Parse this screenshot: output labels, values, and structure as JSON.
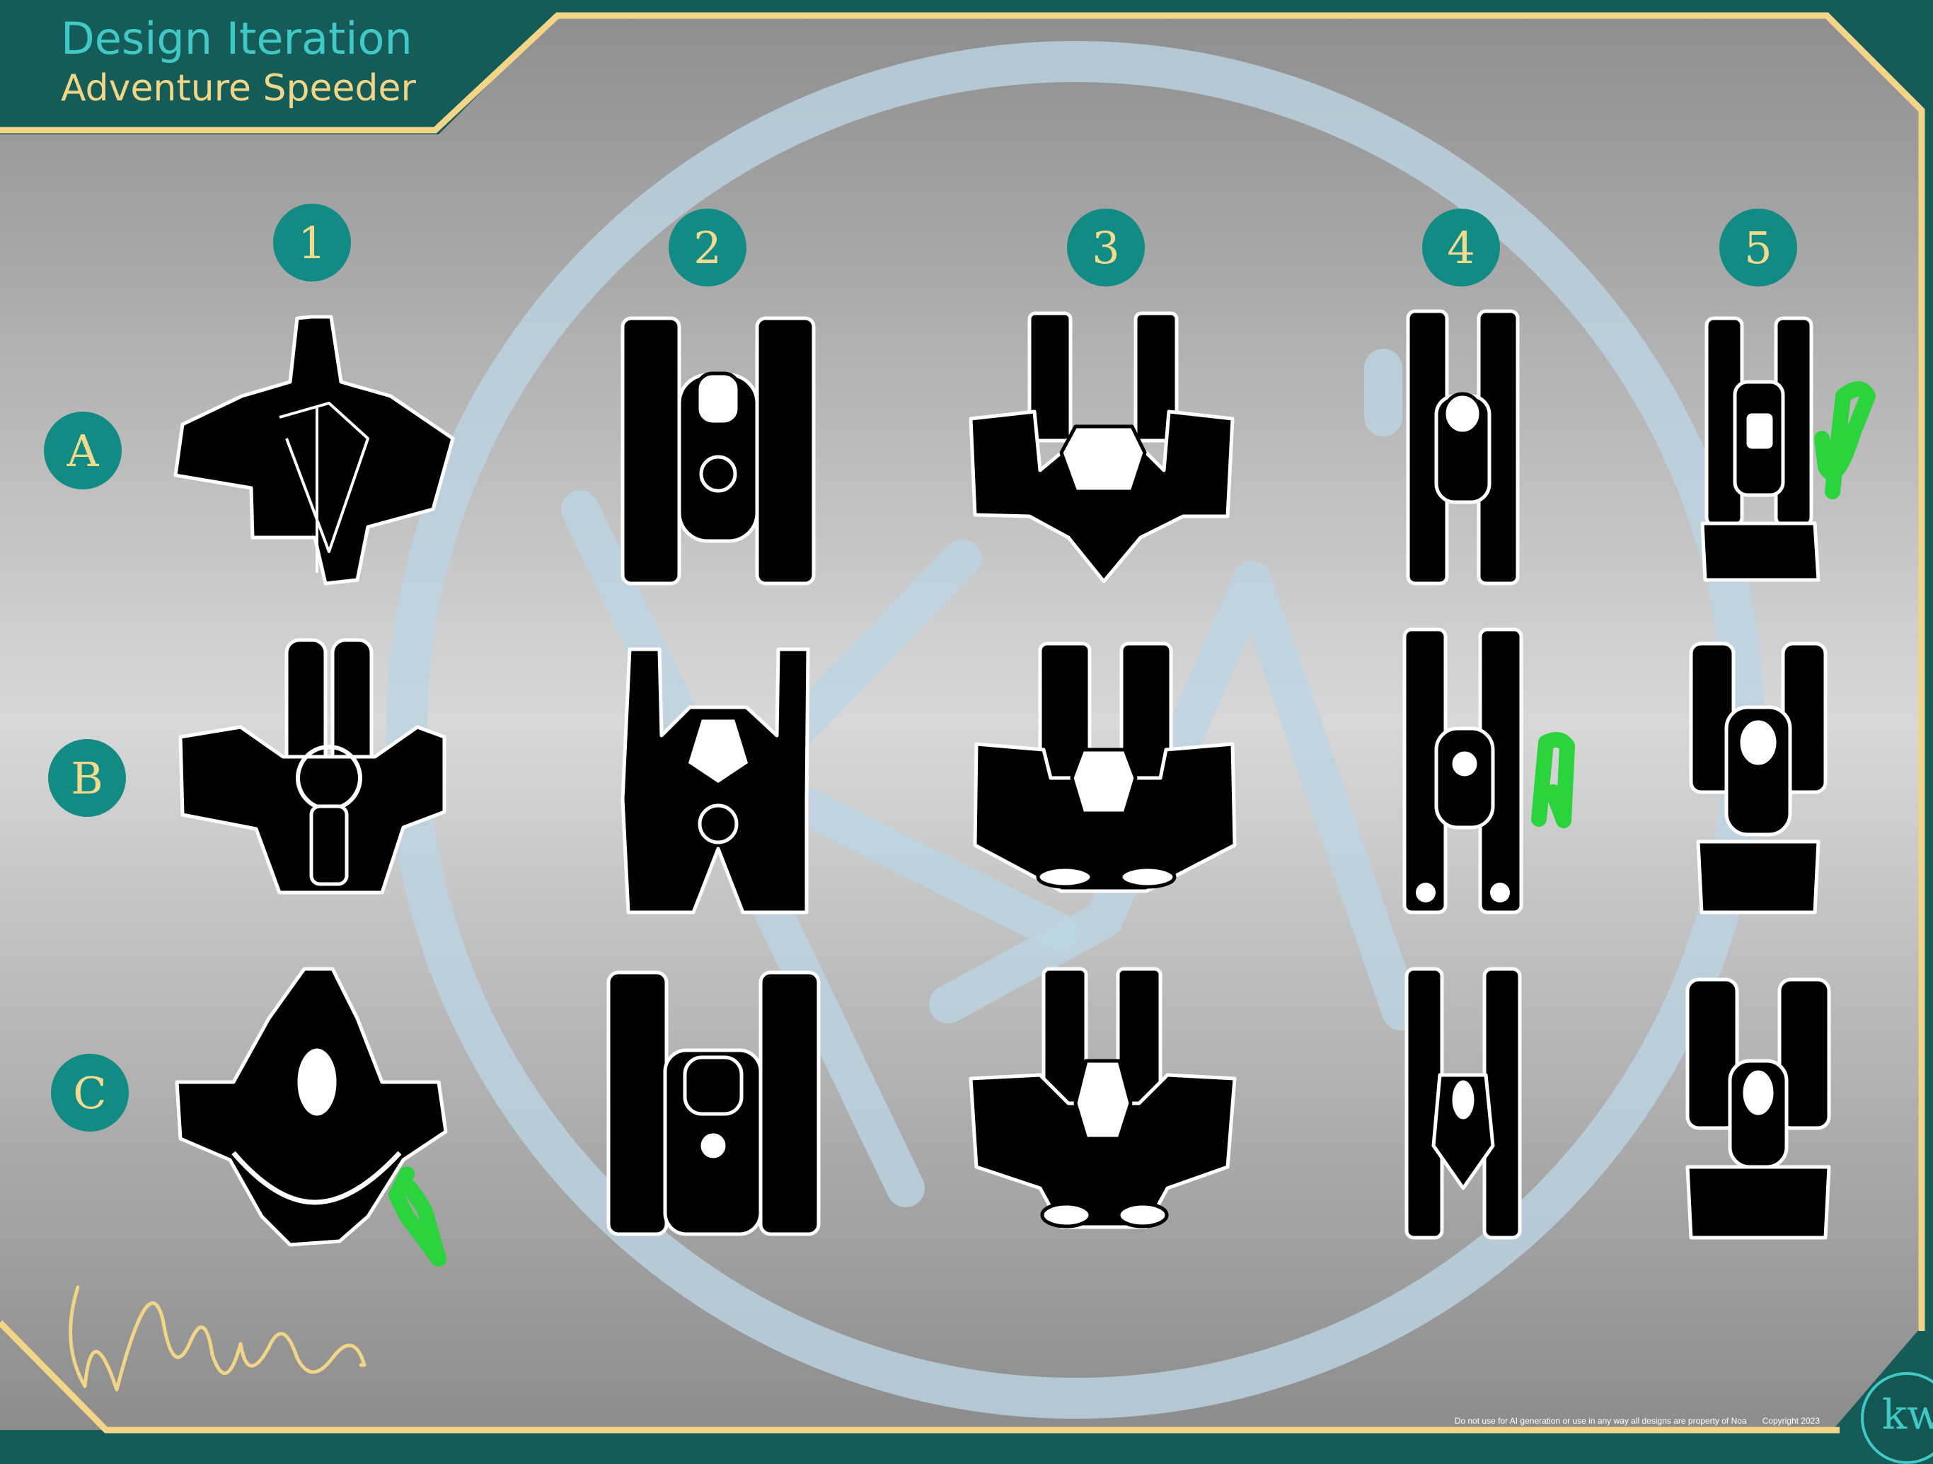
{
  "header": {
    "title": "Design Iteration",
    "subtitle": "Adventure Speeder"
  },
  "columns": [
    "1",
    "2",
    "3",
    "4",
    "5"
  ],
  "rows": [
    "A",
    "B",
    "C"
  ],
  "selected_marks": [
    "C1",
    "A5",
    "B4"
  ],
  "footer": {
    "notice": "Do not use for AI generation or use in any way  all designs are property of Noa",
    "copyright": "Copyright 2023"
  },
  "corner_logo_text": "kwi",
  "watermark": "KW",
  "signature": "Noa",
  "colors": {
    "frame": "#155b57",
    "frame_trim": "#f2d587",
    "title": "#41c9c7",
    "badge": "#128b85",
    "badge_text": "#f4da8d",
    "watermark": "#bcd4e2",
    "selection_mark": "#2bd43c"
  }
}
